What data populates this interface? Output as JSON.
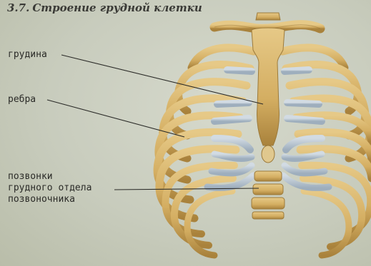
{
  "figure": {
    "number": "3.7.",
    "title": "Строение грудной клетки"
  },
  "labels": {
    "sternum": "грудина",
    "ribs": "ребра",
    "vertebrae_line1": "позвонки",
    "vertebrae_line2": "грудного отдела",
    "vertebrae_line3": "позвоночника"
  },
  "colors": {
    "bone": "#d8b66a",
    "bone_shadow": "#a9823c",
    "cartilage": "#b8c4cf",
    "background": "#c9cdc0"
  }
}
